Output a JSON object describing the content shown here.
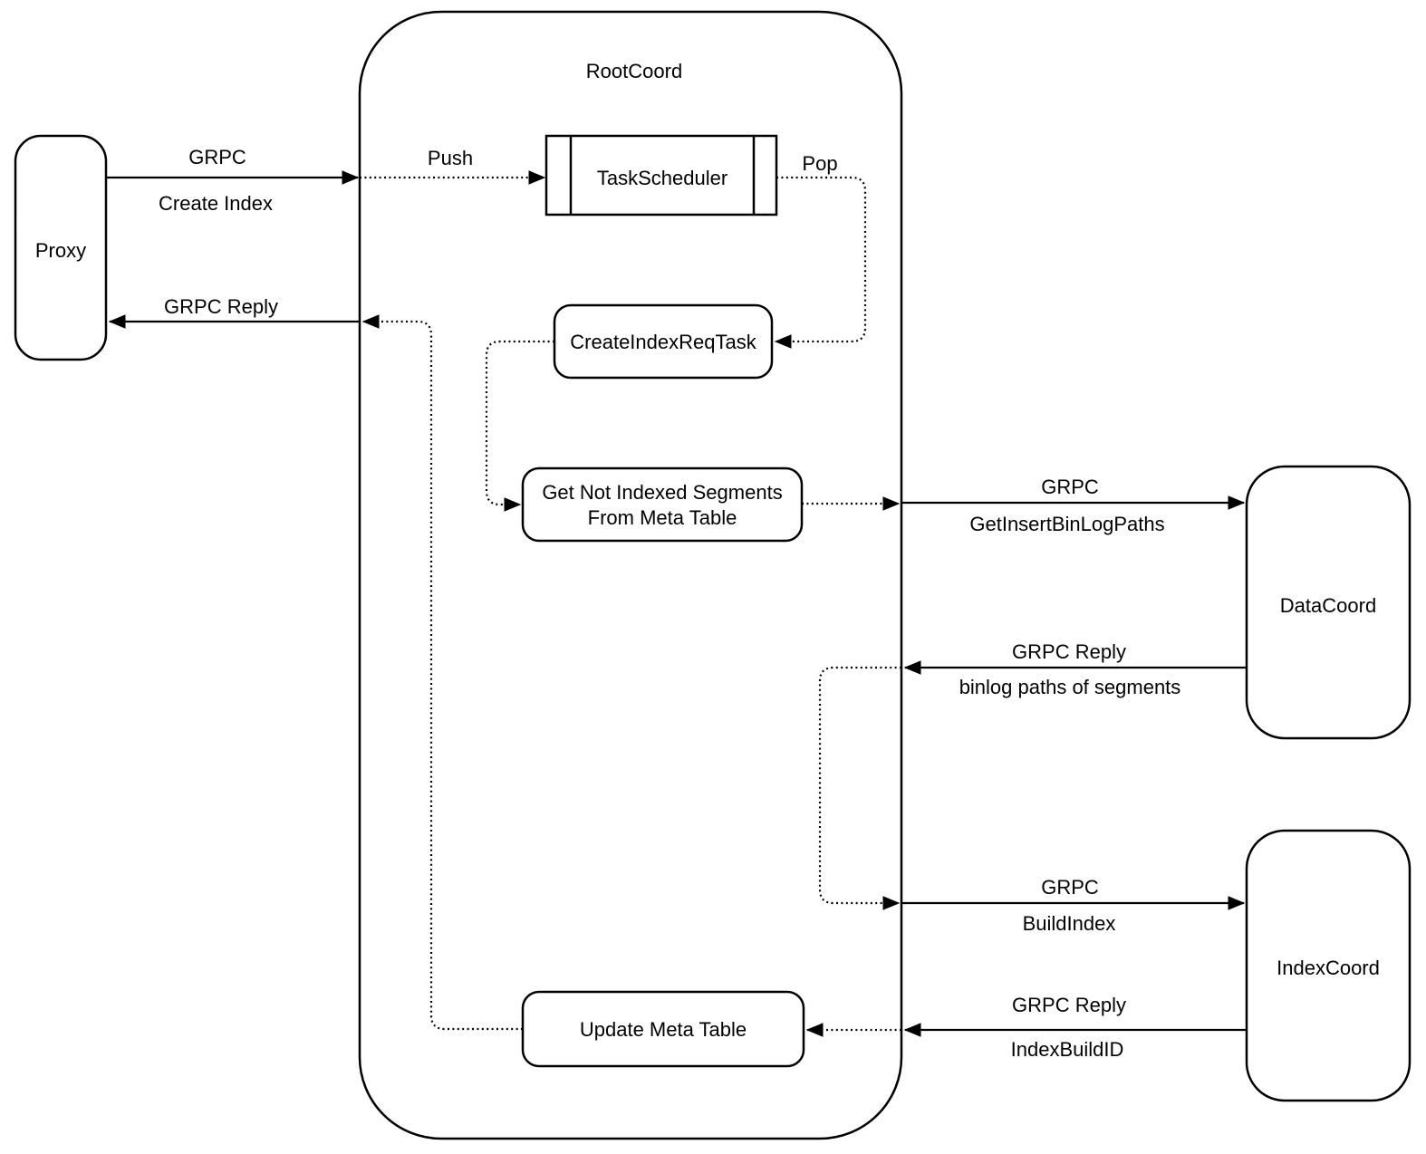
{
  "colors": {
    "stroke": "#000000",
    "node_fill": "#ffffff",
    "background": "#ffffff"
  },
  "nodes": {
    "proxy": {
      "label": "Proxy"
    },
    "root_coord": {
      "label": "RootCoord"
    },
    "task_scheduler": {
      "label": "TaskScheduler"
    },
    "create_index_req_task": {
      "label": "CreateIndexReqTask"
    },
    "get_not_indexed_segments": {
      "label_line1": "Get Not Indexed Segments",
      "label_line2": "From Meta Table"
    },
    "update_meta_table": {
      "label": "Update Meta Table"
    },
    "data_coord": {
      "label": "DataCoord"
    },
    "index_coord": {
      "label": "IndexCoord"
    }
  },
  "edges": {
    "create_index": {
      "protocol": "GRPC",
      "message": "Create Index"
    },
    "grpc_reply_to_proxy": {
      "protocol": "GRPC Reply"
    },
    "push": {
      "label": "Push"
    },
    "pop": {
      "label": "Pop"
    },
    "get_insert_bin_log_paths": {
      "protocol": "GRPC",
      "message": "GetInsertBinLogPaths"
    },
    "binlog_paths_reply": {
      "protocol": "GRPC Reply",
      "message": "binlog paths of segments"
    },
    "build_index": {
      "protocol": "GRPC",
      "message": "BuildIndex"
    },
    "index_build_id_reply": {
      "protocol": "GRPC Reply",
      "message": "IndexBuildID"
    }
  }
}
